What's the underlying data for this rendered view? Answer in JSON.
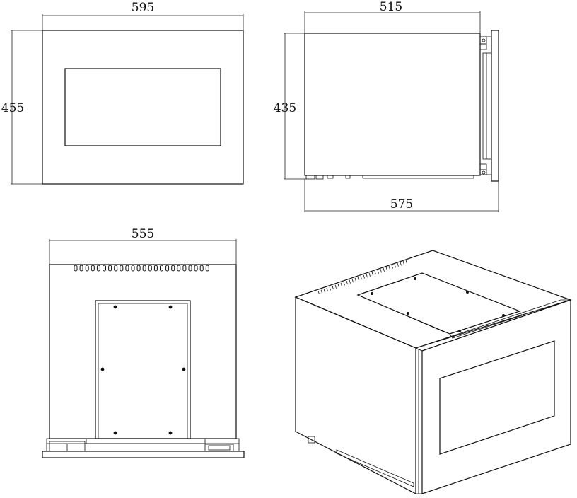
{
  "dimensions": {
    "front_width": "595",
    "front_height": "455",
    "side_depth": "515",
    "side_height": "435",
    "side_total_depth": "575",
    "top_width": "555"
  },
  "views": [
    "front-view",
    "side-view",
    "top-view",
    "isometric-view"
  ]
}
